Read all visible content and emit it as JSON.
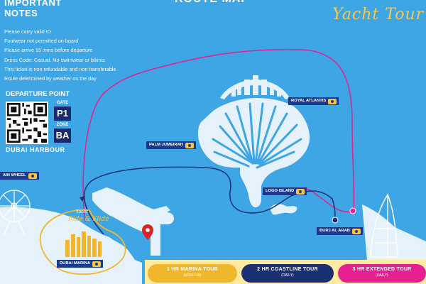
{
  "header": {
    "notes_title_line1": "IMPORTANT",
    "notes_title_line2": "NOTES",
    "route_title": "ROUTE MAP",
    "brand": "Yacht Tour"
  },
  "notes": [
    "Please carry valid ID",
    "Footwear not permitted on board",
    "Please arrive 15 mins before departure",
    "Dress Code: Casual. No swimwear or bikinis",
    "This ticket is non refundable and non transferable",
    "Route determined by weather on the day"
  ],
  "departure": {
    "title": "DEPARTURE POINT",
    "gate_label": "GATE",
    "gate_value": "P1",
    "zone_label": "ZONE",
    "zone_value": "BA",
    "location": "DUBAI HARBOUR"
  },
  "landmarks": {
    "royal_atlantis": "ROYAL ATLANTIS",
    "palm_jumeirah": "PALM JUMEIRAH",
    "ain_wheel": "AIN WHEEL",
    "logo_island": "LOGO ISLAND",
    "burj_al_arab": "BURJ AL ARAB",
    "dubai_marina": "DUBAI MARINA"
  },
  "marina_logo": {
    "small": "Yacht",
    "main": "Ride & Slide"
  },
  "tours": [
    {
      "name": "1 HR MARINA TOUR",
      "sub": "(MON-FRI)",
      "color": "#f0b72c"
    },
    {
      "name": "2 HR COASTLINE TOUR",
      "sub": "(DAILY)",
      "color": "#1b2f73"
    },
    {
      "name": "3 HR EXTENDED TOUR",
      "sub": "(DAILY)",
      "color": "#e5208f"
    }
  ],
  "colors": {
    "sea": "#3ea6e4",
    "land": "#e6f2fb",
    "route_yellow": "#f0b72c",
    "route_navy": "#1b2f73",
    "route_magenta": "#e5208f",
    "label_bg": "#1a3a8c",
    "camera_icon": "#f6c445"
  }
}
